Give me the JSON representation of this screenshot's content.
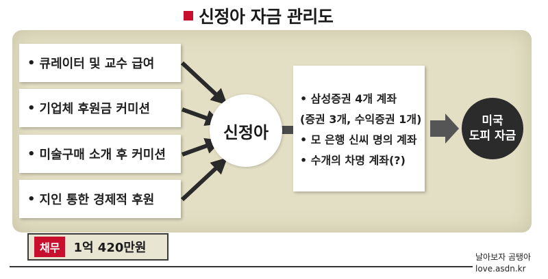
{
  "title": "신정아 자금 관리도",
  "sources": [
    {
      "bullet": "•",
      "text": "큐레이터 및 교수 급여"
    },
    {
      "bullet": "•",
      "text": "기업체 후원금 커미션"
    },
    {
      "bullet": "•",
      "text": "미술구매 소개 후 커미션"
    },
    {
      "bullet": "•",
      "text": "지인 통한 경제적 후원"
    }
  ],
  "hub": "신정아",
  "accounts": [
    "• 삼성증권 4개 계좌",
    "(증권 3개, 수익증권 1개)",
    "• 모 은행 신씨 명의 계좌",
    "• 수개의 차명 계좌(?)"
  ],
  "destination": {
    "line1": "미국",
    "line2": "도피 자금"
  },
  "debt": {
    "label": "채무",
    "value": "1억 420만원"
  },
  "watermark": {
    "line1": "날아보자 곰탱아",
    "line2": "love.asdn.kr"
  },
  "colors": {
    "accent": "#c8102e",
    "panel": "#e3dfc4",
    "arrow": "#2a2a2a"
  }
}
